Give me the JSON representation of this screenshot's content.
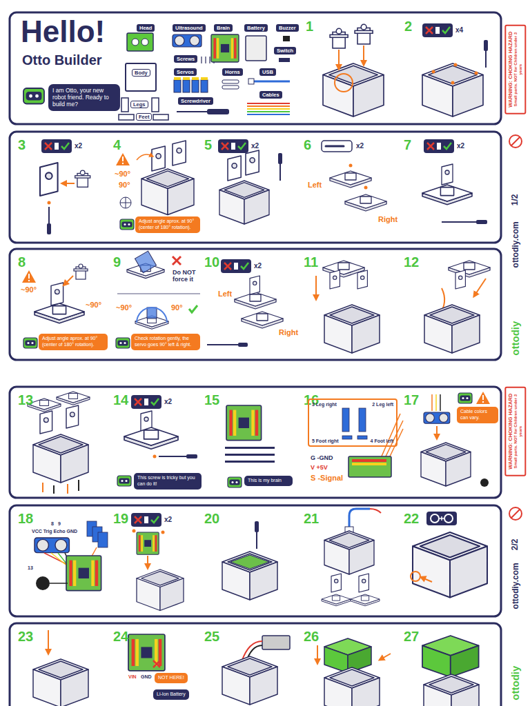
{
  "diagram": {
    "title": "Hello!",
    "nodes": [
      {
        "text": [
          "I am Otto, your new robot friend. Ready to build me?"
        ]
      },
      {
        "text": [
          "Head"
        ]
      },
      {
        "text": [
          "Body"
        ]
      },
      {
        "text": [
          "Legs"
        ]
      },
      {
        "text": [
          "Feet"
        ]
      },
      {
        "text": [
          "Ultrasound"
        ]
      },
      {
        "text": [
          "Screws"
        ]
      },
      {
        "text": [
          "Servos"
        ]
      },
      {
        "text": [
          "Screwdriver"
        ]
      },
      {
        "text": [
          "Brain"
        ]
      },
      {
        "text": [
          "Horns"
        ]
      },
      {
        "text": [
          "Battery"
        ]
      },
      {
        "text": [
          "Buzzer"
        ]
      },
      {
        "text": [
          "Switch"
        ]
      },
      {
        "text": [
          "USB"
        ]
      },
      {
        "text": [
          "Cables"
        ]
      },
      {
        "text": [
          "WARNING: CHOKING HAZARD",
          "Small parts. NOT for Children under 3 years"
        ]
      },
      {
        "text": [
          "Adjust angle aprox. at 90° (center of 180° rotation)."
        ]
      },
      {
        "text": [
          "Adjust angle aprox. at 90° (center of 180° rotation)."
        ]
      },
      {
        "text": [
          "Check rotation gently, the servo goes 90° left & right."
        ]
      },
      {
        "text": [
          "This screw is tricky but you can do it!"
        ]
      },
      {
        "text": [
          "This is my brain"
        ]
      },
      {
        "text": [
          "3 Leg right",
          "2 Leg left",
          "5 Foot right",
          "4 Foot left"
        ]
      },
      {
        "text": [
          "Cable colors can vary."
        ]
      },
      {
        "text": [
          "WARNING: CHOKING HAZARD",
          "Small parts. NOT for Children under 3 years"
        ]
      },
      {
        "text": [
          "NOT HERE!"
        ]
      },
      {
        "text": [
          "Li-Ion Battery"
        ]
      }
    ],
    "labels": [
      "Otto Builder",
      "1",
      "2",
      "x4",
      "3",
      "x2",
      "4",
      "~90°",
      "90°",
      "5",
      "x2",
      "6",
      "x2",
      "Left",
      "Right",
      "7",
      "x2",
      "1/2",
      "ottodiy.com",
      "8",
      "~90°",
      "~90°",
      "9",
      "Do NOT force it",
      "~90°",
      "90°",
      "10",
      "x2",
      "Left",
      "Right",
      "11",
      "12",
      "ottodiy",
      "13",
      "14",
      "x2",
      "15",
      "16",
      "G -GND",
      "V +5V",
      "S -Signal",
      "17",
      "18",
      "8",
      "9",
      "VCC Trig Echo GND",
      "13",
      "19",
      "x2",
      "20",
      "21",
      "22",
      "2/2",
      "ottodiy.com",
      "23",
      "24",
      "VIN",
      "GND",
      "25",
      "26",
      "27",
      "ottodiy"
    ]
  }
}
